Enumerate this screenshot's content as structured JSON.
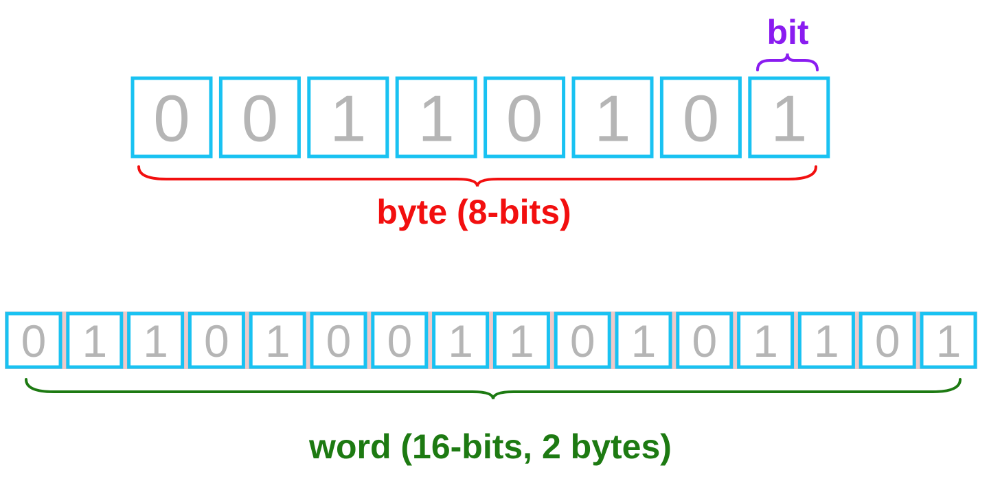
{
  "colors": {
    "cell_border": "#19c2f2",
    "digit": "#b5b5b5",
    "byte": "#f20f0f",
    "bit": "#8a1cf0",
    "word": "#1d7a12",
    "word_shadow": "#f0c9c9"
  },
  "bit_label": "bit",
  "byte": {
    "bits": [
      "0",
      "0",
      "1",
      "1",
      "0",
      "1",
      "0",
      "1"
    ],
    "label": "byte (8-bits)"
  },
  "word": {
    "bits": [
      "0",
      "1",
      "1",
      "0",
      "1",
      "0",
      "0",
      "1",
      "1",
      "0",
      "1",
      "0",
      "1",
      "1",
      "0",
      "1"
    ],
    "label": "word (16-bits,  2 bytes)"
  }
}
